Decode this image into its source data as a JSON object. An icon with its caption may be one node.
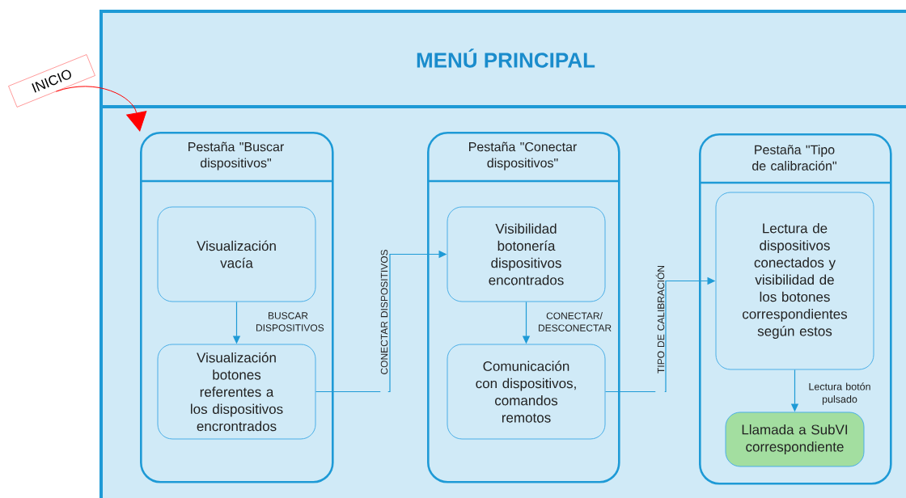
{
  "diagram": {
    "nodes": [
      {
        "text": [
          "MENÚ PRINCIPAL"
        ]
      },
      {
        "text": [
          "INICIO"
        ]
      },
      {
        "text": [
          "Pestaña \"Buscar dispositivos\""
        ],
        "in": 0
      },
      {
        "text": [
          "Visualización vacía"
        ],
        "in": 2
      },
      {
        "text": [
          "Visualización botones referentes a los dispositivos encrontrados"
        ],
        "in": 2
      },
      {
        "text": [
          "Pestaña \"Conectar dispositivos\""
        ],
        "in": 0
      },
      {
        "text": [
          "Visibilidad botonería dispositivos encontrados"
        ],
        "in": 5
      },
      {
        "text": [
          "Comunicación con dispositivos, comandos remotos"
        ],
        "in": 5
      },
      {
        "text": [
          "Pestaña \"Tipo de calibración\""
        ],
        "in": 0
      },
      {
        "text": [
          "Lectura de dispositivos conectados y visibilidad de los botones correspondientes según estos"
        ],
        "in": 8
      },
      {
        "text": [
          "Llamada a SubVI correspondiente"
        ],
        "in": 8
      }
    ],
    "edges": [
      {
        "from": 1,
        "to": 2,
        "arrow": "to",
        "color": "#ff0000"
      },
      {
        "from": 3,
        "to": 4,
        "arrow": "to",
        "label": "BUSCAR DISPOSITIVOS"
      },
      {
        "from": 4,
        "to": 6,
        "arrow": "to",
        "label": "CONECTAR DISPOSITIVOS"
      },
      {
        "from": 6,
        "to": 7,
        "arrow": "to",
        "label": "CONECTAR/ DESCONECTAR"
      },
      {
        "from": 7,
        "to": 9,
        "arrow": "to",
        "label": "TIPO DE CALIBRACIÓN"
      },
      {
        "from": 9,
        "to": 10,
        "arrow": "to",
        "label": "Lectura botón pulsado"
      }
    ]
  }
}
